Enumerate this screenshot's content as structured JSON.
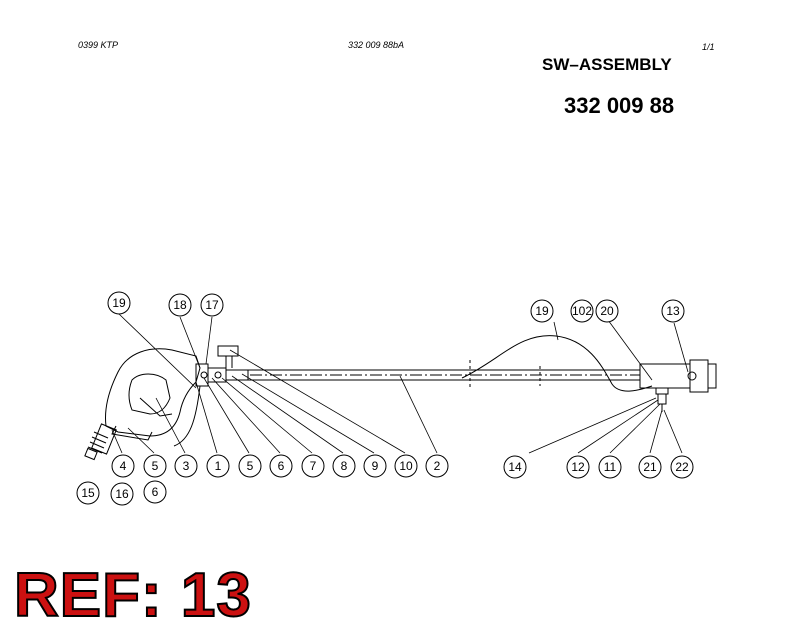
{
  "header": {
    "left": "0399 KTP",
    "center": "332 009 88bA",
    "right": "1/1"
  },
  "title": "SW–ASSEMBLY",
  "part_number": "332 009 88",
  "ref_label": "REF: 13",
  "callouts": [
    {
      "id": "c19a",
      "label": "19"
    },
    {
      "id": "c18",
      "label": "18"
    },
    {
      "id": "c17",
      "label": "17"
    },
    {
      "id": "c19b",
      "label": "19"
    },
    {
      "id": "c102",
      "label": "102"
    },
    {
      "id": "c20",
      "label": "20"
    },
    {
      "id": "c13",
      "label": "13"
    },
    {
      "id": "c4",
      "label": "4"
    },
    {
      "id": "c5a",
      "label": "5"
    },
    {
      "id": "c3",
      "label": "3"
    },
    {
      "id": "c1",
      "label": "1"
    },
    {
      "id": "c5b",
      "label": "5"
    },
    {
      "id": "c6a",
      "label": "6"
    },
    {
      "id": "c7",
      "label": "7"
    },
    {
      "id": "c8",
      "label": "8"
    },
    {
      "id": "c9",
      "label": "9"
    },
    {
      "id": "c10",
      "label": "10"
    },
    {
      "id": "c2",
      "label": "2"
    },
    {
      "id": "c14",
      "label": "14"
    },
    {
      "id": "c12",
      "label": "12"
    },
    {
      "id": "c11",
      "label": "11"
    },
    {
      "id": "c21",
      "label": "21"
    },
    {
      "id": "c22",
      "label": "22"
    },
    {
      "id": "c15",
      "label": "15"
    },
    {
      "id": "c16",
      "label": "16"
    },
    {
      "id": "c6b",
      "label": "6"
    }
  ],
  "colors": {
    "ref_fill": "#cc1111",
    "line": "#000000",
    "background": "#ffffff"
  }
}
